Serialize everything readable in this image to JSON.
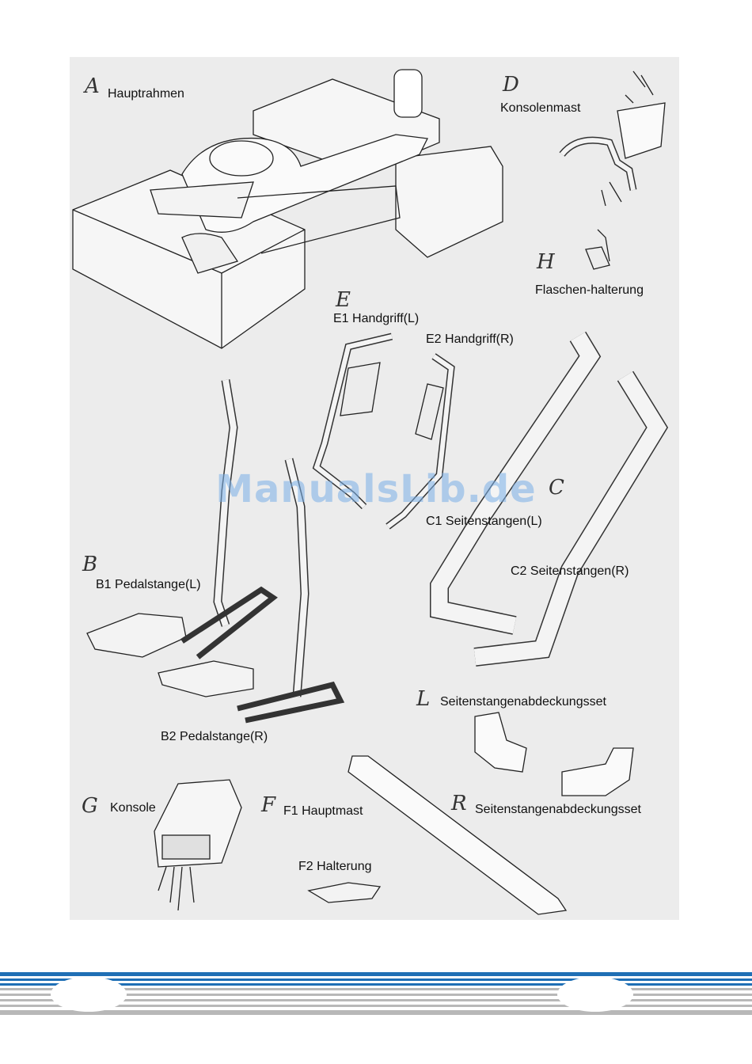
{
  "parts": {
    "A": {
      "letter": "A",
      "label": "Hauptrahmen"
    },
    "D": {
      "letter": "D",
      "label": "Konsolenmast"
    },
    "H": {
      "letter": "H",
      "label": "Flaschen-halterung"
    },
    "E": {
      "letter": "E",
      "e1": "E1 Handgriff(L)",
      "e2": "E2 Handgriff(R)"
    },
    "C": {
      "letter": "C",
      "c1": "C1 Seitenstangen(L)",
      "c2": "C2 Seitenstangen(R)"
    },
    "B": {
      "letter": "B",
      "b1": "B1 Pedalstange(L)",
      "b2": "B2 Pedalstange(R)"
    },
    "L": {
      "letter": "L",
      "label": "Seitenstangenabdeckungsset"
    },
    "G": {
      "letter": "G",
      "label": "Konsole"
    },
    "F": {
      "letter": "F",
      "f1": "F1 Hauptmast",
      "f2": "F2 Halterung"
    },
    "R": {
      "letter": "R",
      "label": "Seitenstangenabdeckungsset"
    }
  },
  "watermark": "ManualsLib.de",
  "colors": {
    "stripe_blue": "#1f6fb5",
    "stripe_gray": "#b8b8b8",
    "panel": "#ececec"
  }
}
